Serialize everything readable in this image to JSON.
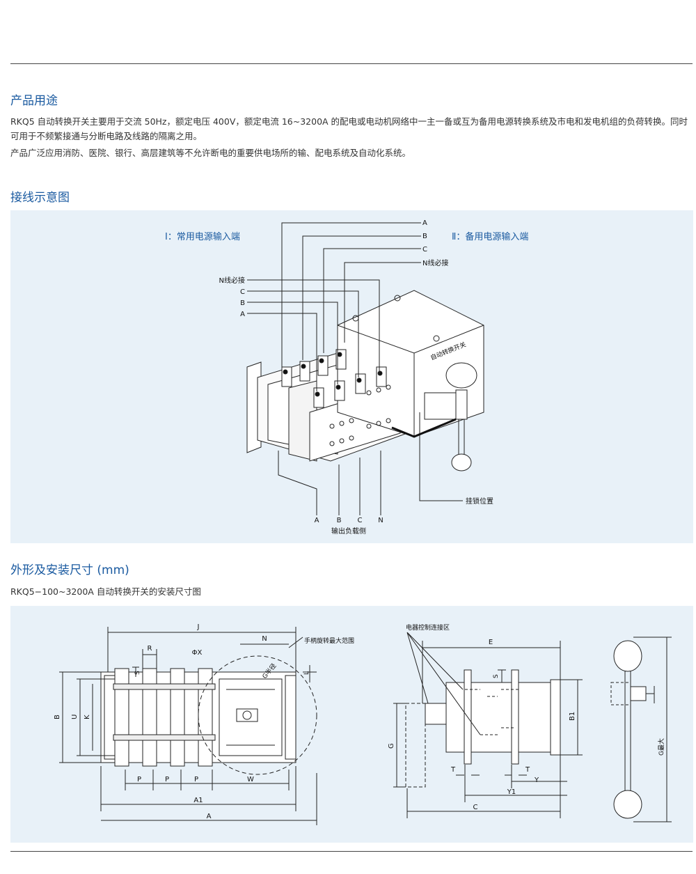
{
  "sections": {
    "usage": {
      "title": "产品用途",
      "paragraph1": "RKQ5 自动转换开关主要用于交流 50Hz，额定电压 400V，额定电流 16~3200A 的配电或电动机网络中一主一备或互为备用电源转换系统及市电和发电机组的负荷转换。同时可用于不频繁接通与分断电路及线路的隔离之用。",
      "paragraph2": "产品广泛应用消防、医院、银行、高层建筑等不允许断电的重要供电场所的输、配电系统及自动化系统。"
    },
    "wiring": {
      "title": "接线示意图",
      "source1": "Ⅰ：常用电源输入端",
      "source2": "Ⅱ：备用电源输入端",
      "top_labels": [
        "A",
        "B",
        "C",
        "N线必接"
      ],
      "left_labels": [
        "N线必接",
        "C",
        "B",
        "A"
      ],
      "bottom_labels": [
        "A",
        "B",
        "C",
        "N"
      ],
      "output_label": "输出负载侧",
      "lock_label": "挂锁位置",
      "device_text": "自动转换开关"
    },
    "dimensions": {
      "title": "外形及安装尺寸 (mm)",
      "subtitle": "RKQ5−100~3200A 自动转换开关的安装尺寸图",
      "front": {
        "J": "J",
        "N": "N",
        "R": "R",
        "PhiX": "ΦX",
        "S": "S",
        "L": "L",
        "G_radius": "G半径",
        "handle_range": "手柄旋转最大范围",
        "B": "B",
        "U": "U",
        "K": "K",
        "P": "P",
        "W": "W",
        "A1": "A1",
        "A": "A"
      },
      "side": {
        "control_zone": "电器控制连接区",
        "E": "E",
        "S": "S",
        "B1": "B1",
        "G": "G",
        "T": "T",
        "Y": "Y",
        "Y1": "Y1",
        "C": "C"
      },
      "handle": {
        "G_max": "G最大"
      }
    }
  }
}
